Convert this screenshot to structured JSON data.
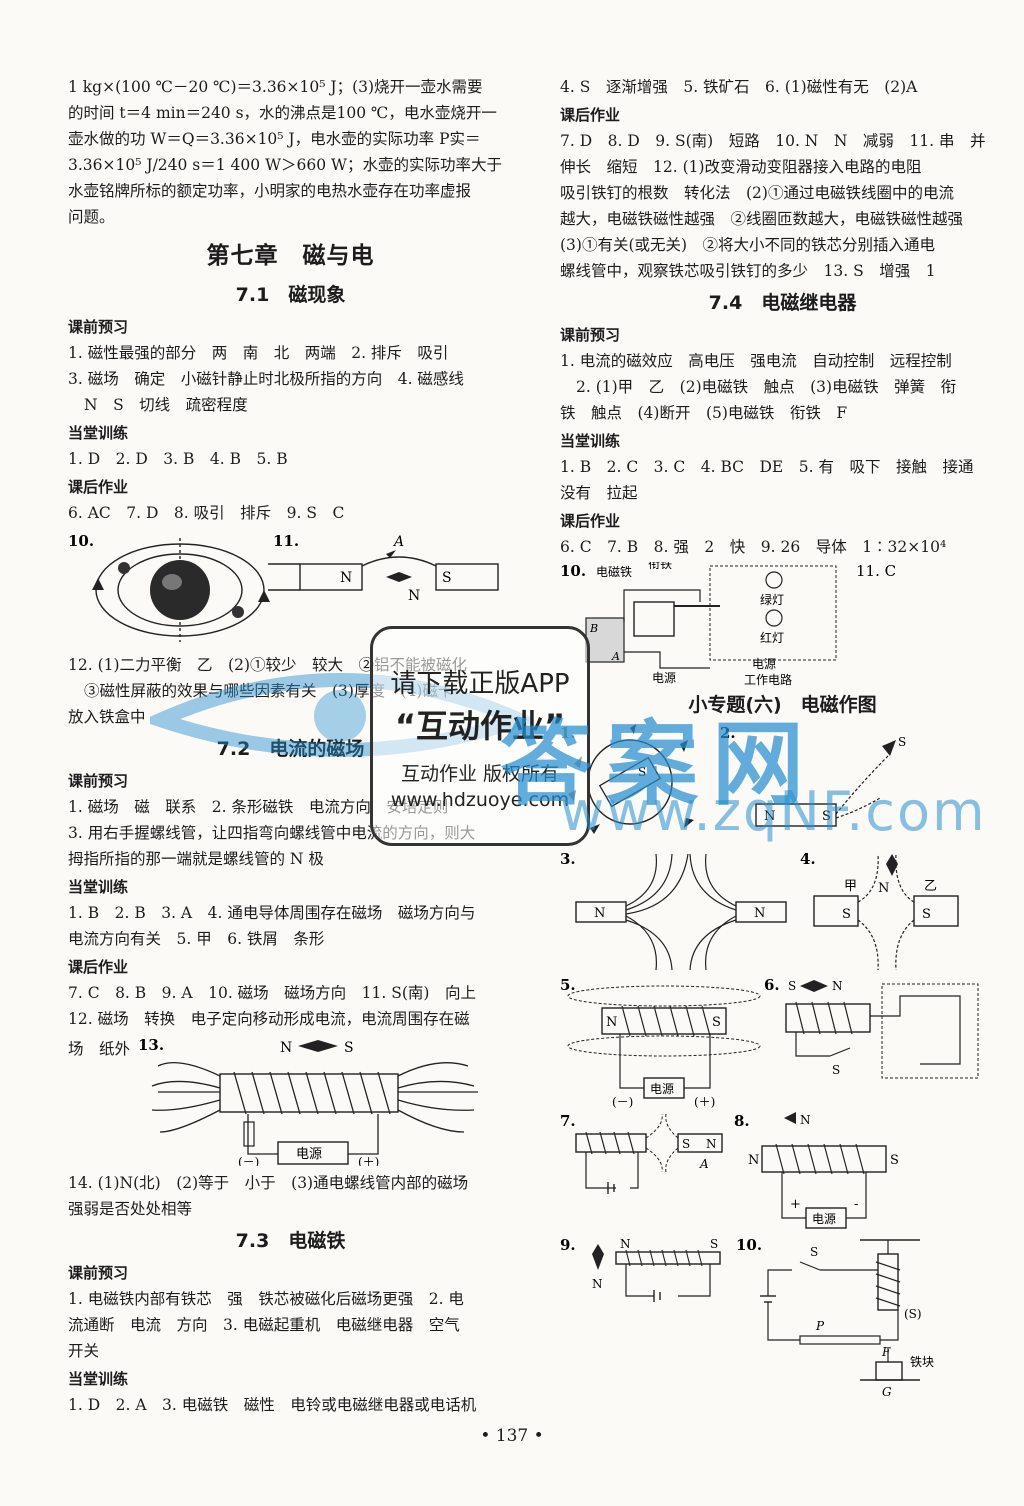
{
  "left": {
    "intro": [
      "1 kg×(100 ℃－20 ℃)＝3.36×10⁵ J；(3)烧开一壶水需要",
      "的时间 t＝4 min＝240 s，水的沸点是100 ℃，电水壶烧开一",
      "壶水做的功 W＝Q＝3.36×10⁵ J，电水壶的实际功率 P实＝",
      "3.36×10⁵ J/240 s＝1 400 W＞660 W；水壶的实际功率大于",
      "水壶铭牌所标的额定功率，小明家的电热水壶存在功率虚报",
      "问题。"
    ],
    "chapter": "第七章　磁与电",
    "s71": {
      "title": "7.1　磁现象",
      "pre_label": "课前预习",
      "pre": [
        "1. 磁性最强的部分　两　南　北　两端　2. 排斥　吸引",
        "3. 磁场　确定　小磁针静止时北极所指的方向　4. 磁感线",
        "N　S　切线　疏密程度"
      ],
      "class_label": "当堂训练",
      "class": [
        "1. D　2. D　3. B　4. B　5. B"
      ],
      "home_label": "课后作业",
      "home": [
        "6. AC　7. D　8. 吸引　排斥　9. S　C"
      ],
      "fig10_num": "10.",
      "fig11_num": "11.",
      "fig11_a": "A",
      "fig11_n1": "N",
      "fig11_s": "S",
      "fig11_n2": "N",
      "after": [
        "12. (1)二力平衡　乙　(2)①较少　较大　②铝不能被磁化",
        "③磁性屏蔽的效果与哪些因素有关　(3)厚度　(4)磁卡",
        "放入铁盒中"
      ]
    },
    "s72": {
      "title": "7.2　电流的磁场",
      "pre_label": "课前预习",
      "pre": [
        "1. 磁场　磁　联系　2. 条形磁铁　电流方向　安培定则",
        "3. 用右手握螺线管，让四指弯向螺线管中电流的方向，则大",
        "拇指所指的那一端就是螺线管的 N 极"
      ],
      "class_label": "当堂训练",
      "class": [
        "1. B　2. B　3. A　4. 通电导体周围存在磁场　磁场方向与",
        "电流方向有关　5. 甲　6. 铁屑　条形"
      ],
      "home_label": "课后作业",
      "home": [
        "7. C　8. B　9. A　10. 磁场　磁场方向　11. S(南)　向上",
        "12. 磁场　转换　电子定向移动形成电流，电流周围存在磁",
        "场　纸外"
      ],
      "fig13_num": "13.",
      "fig13_n": "N",
      "fig13_s": "S",
      "fig13_power": "电源",
      "fig13_minus": "(－)",
      "fig13_plus": "(＋)",
      "after": [
        "14. (1)N(北)　(2)等于　小于　(3)通电螺线管内部的磁场",
        "强弱是否处处相等"
      ]
    },
    "s73": {
      "title": "7.3　电磁铁",
      "pre_label": "课前预习",
      "pre": [
        "1. 电磁铁内部有铁芯　强　铁芯被磁化后磁场更强　2. 电",
        "流通断　电流　方向　3. 电磁起重机　电磁继电器　空气",
        "开关"
      ],
      "class_label": "当堂训练",
      "class": [
        "1. D　2. A　3. 电磁铁　磁性　电铃或电磁继电器或电话机"
      ]
    }
  },
  "right": {
    "top": [
      "4. S　逐渐增强　5. 铁矿石　6. (1)磁性有无　(2)A"
    ],
    "home_label": "课后作业",
    "home": [
      "7. D　8. D　9. S(南)　短路　10. N　N　减弱　11. 串　并",
      "伸长　缩短　12. (1)改变滑动变阻器接入电路的电阻",
      "吸引铁钉的根数　转化法　(2)①通过电磁铁线圈中的电流",
      "越大，电磁铁磁性越强　②线圈匝数越大，电磁铁磁性越强",
      "(3)①有关(或无关)　②将大小不同的铁芯分别插入通电",
      "螺线管中，观察铁芯吸引铁钉的多少　13. S　增强　1"
    ],
    "s74": {
      "title": "7.4　电磁继电器",
      "pre_label": "课前预习",
      "pre": [
        "1. 电流的磁效应　高电压　强电流　自动控制　远程控制",
        "2. (1)甲　乙　(2)电磁铁　触点　(3)电磁铁　弹簧　衔",
        "铁　触点　(4)断开　(5)电磁铁　衔铁　F"
      ],
      "class_label": "当堂训练",
      "class": [
        "1. B　2. C　3. C　4. BC　DE　5. 有　吸下　接触　接通",
        "没有　拉起"
      ],
      "home_label": "课后作业",
      "home": [
        "6. C　7. B　8. 强　2　快　9. 26　导体　1∶32×10⁴"
      ],
      "fig10_num": "10.",
      "fig10_em": "电磁铁",
      "fig10_armature": "衔铁",
      "fig10_green": "绿灯",
      "fig10_red": "红灯",
      "fig10_b": "B",
      "fig10_a": "A",
      "fig10_power1": "电源",
      "fig10_power2": "电源",
      "fig10_work": "工作电路",
      "fig11": "11. C"
    },
    "topic": {
      "title": "小专题(六)　电磁作图",
      "f1": "1.",
      "f1_s": "S",
      "f2": "2.",
      "f2_n": "N",
      "f2_s": "S",
      "f2_s2": "S",
      "f3": "3.",
      "f3_n1": "N",
      "f3_n2": "N",
      "f4": "4.",
      "f4_jia": "甲",
      "f4_yi": "乙",
      "f4_n": "N",
      "f4_s1": "S",
      "f4_s2": "S",
      "f5": "5.",
      "f5_n": "N",
      "f5_s": "S",
      "f5_power": "电源",
      "f5_minus": "(－)",
      "f5_plus": "(＋)",
      "f6": "6.",
      "f6_s": "S",
      "f6_n": "N",
      "f6_sw": "S",
      "f7": "7.",
      "f7_s": "S",
      "f7_n": "N",
      "f7_a": "A",
      "f8": "8.",
      "f8_n": "N",
      "f8_coil_n": "N",
      "f8_coil_s": "S",
      "f8_power": "电源",
      "f8_plus": "+",
      "f8_minus": "-",
      "f9": "9.",
      "f9_n": "N",
      "f9_s": "S",
      "f9_compass_n": "N",
      "f10": "10.",
      "f10_s": "S",
      "f10_ps": "(S)",
      "f10_p": "P",
      "f10_f": "F",
      "f10_g": "G",
      "f10_block": "铁块"
    }
  },
  "page_number": "• 137 •",
  "watermark": {
    "line1": "请下载正版APP",
    "line2": "“互动作业”",
    "line3": "互动作业 版权所有",
    "line4": "www.hdzuoye.com",
    "brand": "答案网",
    "url": "www.zqNF.com"
  }
}
